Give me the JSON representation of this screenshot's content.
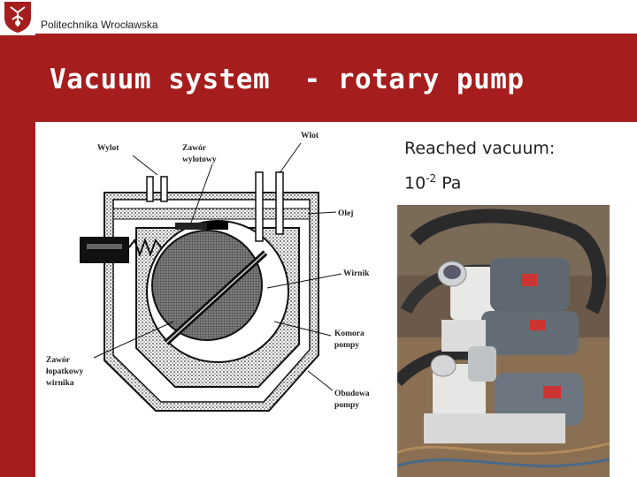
{
  "header": {
    "university_name": "Politechnika Wrocławska",
    "logo_icon": "university-crest-icon"
  },
  "slide": {
    "title": "Vacuum system  - rotary pump",
    "reached_label": "Reached vacuum:",
    "vacuum_base": "10",
    "vacuum_exponent": "-2",
    "vacuum_unit": " Pa"
  },
  "diagram": {
    "labels": {
      "wylot": "Wylot",
      "zawor_1": "Zawór",
      "zawor_2": "wylotowy",
      "wlot": "Wlot",
      "olej": "Olej",
      "wirnik": "Wirnik",
      "komora_1": "Komora",
      "komora_2": "pompy",
      "zawor_lop_1": "Zawór",
      "zawor_lop_2": "łopatkowy",
      "zawor_lop_3": "wirnika",
      "obudowa_1": "Obudowa",
      "obudowa_2": "pompy"
    }
  },
  "colors": {
    "brand_red": "#a51d1d"
  }
}
